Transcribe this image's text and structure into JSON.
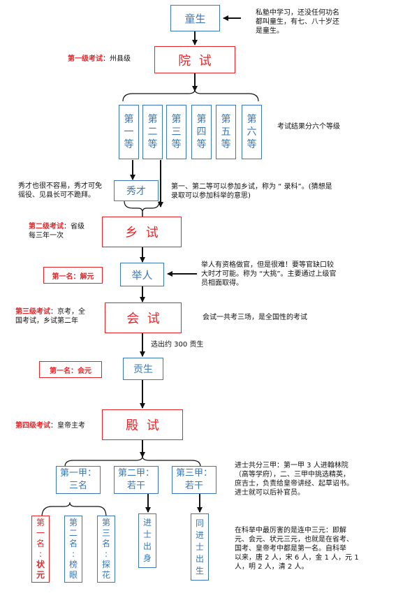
{
  "nodes": {
    "tongsheng": "童生",
    "yuanshi": "院  试",
    "ranks": [
      [
        "第",
        "一",
        "等"
      ],
      [
        "第",
        "二",
        "等"
      ],
      [
        "第",
        "三",
        "等"
      ],
      [
        "第",
        "四",
        "等"
      ],
      [
        "第",
        "五",
        "等"
      ],
      [
        "第",
        "六",
        "等"
      ]
    ],
    "xiucai": "秀才",
    "xiangshi": "乡  试",
    "juren": "举人",
    "huishi": "会  试",
    "gongsheng": "贡生",
    "dianshi": "殿  试",
    "jia1": [
      "第一甲：",
      "三名"
    ],
    "jia2": [
      "第二甲：",
      "若干"
    ],
    "jia3": [
      "第三甲：",
      "若干"
    ],
    "top3": [
      [
        "第",
        "一",
        "名",
        ":",
        "状",
        "元"
      ],
      [
        "第",
        "二",
        "名",
        ":",
        "榜",
        "眼"
      ],
      [
        "第",
        "三",
        "名",
        ":",
        "探",
        "花"
      ]
    ],
    "jinshi_chushen": [
      "进",
      "士",
      "出",
      "身"
    ],
    "tong_jinshi": [
      "同",
      "进",
      "士",
      "出",
      "生"
    ]
  },
  "labels": {
    "level1_red": "第一级考试",
    "level1_text": "：州县级",
    "level2_red": "第二级考试",
    "level2_text": "：省级",
    "level2_text2": "每三年一次",
    "level3_red": "第三级考试",
    "level3_text": "：京考，全",
    "level3_text2": "国考试，乡试第二年",
    "level4_red": "第四级考试",
    "level4_text": "：皇帝主考",
    "first_jieyuan": "第一名：解元",
    "first_huiyuan": "第一名：会元",
    "select300": "选出约 300 贡生"
  },
  "notes": {
    "tongsheng": [
      "私塾中学习，还没任何功名",
      "都叫童生，有七、八十岁还",
      "是童生。"
    ],
    "six_grades": "考试结果分六个等级",
    "xiucai_left": [
      "秀才也很不容易，秀才可免",
      "徭役、见县长可不跪拜。"
    ],
    "luke": [
      "第一、第二等可以参加乡试，称为 “ 录科”。(猜想是",
      "录取可以参加科举的意思)"
    ],
    "juren": [
      "举人有资格做官，但是很难！要等官缺口较",
      "大时才可能。称为 “大挑”。主要通过上级官",
      "员相面取得。"
    ],
    "huishi": "会试一共考三场，是全国性的考试",
    "jinshi": [
      "进士共分三甲：第一甲 3 人进翰林院",
      "（高等学府），二、三甲中挑选精英，",
      "庶吉士，负责给皇帝讲经、起草诏书。",
      "进士就可以后补官员。"
    ],
    "sanyuan": [
      "在科举中最厉害的是连中三元：即解",
      "元、会元、状元三元，也就是在省考、",
      "国考、皇帝考中都是第一名。自科举",
      "以来，唐 2 人，宋 6 人，金 1 人，元 1",
      "人，明 2 人，清 2 人。"
    ]
  },
  "colors": {
    "blue": "#3a78b8",
    "red": "#e8262a",
    "line": "#111111"
  }
}
